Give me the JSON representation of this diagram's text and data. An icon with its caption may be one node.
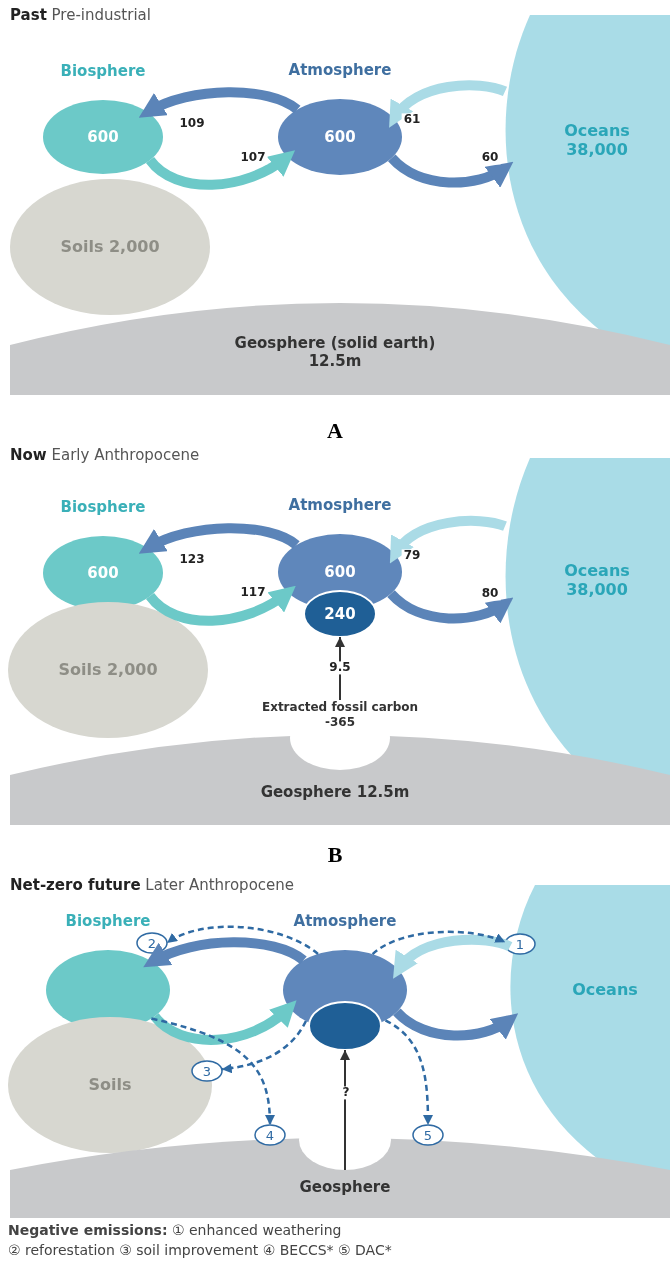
{
  "diagram": {
    "nodes": [
      {
        "text": [
          "**Past** Pre-industrial"
        ]
      },
      {
        "text": [
          "Biosphere",
          "600"
        ],
        "in": 0
      },
      {
        "text": [
          "Atmosphere",
          "600"
        ],
        "in": 0
      },
      {
        "text": [
          "Oceans 38,000"
        ],
        "in": 0
      },
      {
        "text": [
          "Soils 2,000"
        ],
        "in": 0
      },
      {
        "text": [
          "Geosphere (solid earth) 12.5m"
        ],
        "in": 0
      },
      {
        "text": [
          "**Now** Early Anthropocene"
        ]
      },
      {
        "text": [
          "Biosphere",
          "600"
        ],
        "in": 6
      },
      {
        "text": [
          "Atmosphere",
          "600"
        ],
        "in": 6
      },
      {
        "text": [
          "240"
        ],
        "in": 6
      },
      {
        "text": [
          "Oceans 38,000"
        ],
        "in": 6
      },
      {
        "text": [
          "Soils 2,000"
        ],
        "in": 6
      },
      {
        "text": [
          "Extracted fossil carbon -365"
        ],
        "in": 6
      },
      {
        "text": [
          "Geosphere 12.5m"
        ],
        "in": 6
      },
      {
        "text": [
          "**Net-zero future** Later Anthropocene"
        ]
      },
      {
        "text": [
          "Biosphere"
        ],
        "in": 14
      },
      {
        "text": [
          "Atmosphere"
        ],
        "in": 14
      },
      {
        "text": [],
        "shape": "circle",
        "in": 14
      },
      {
        "text": [
          "Oceans"
        ],
        "in": 14
      },
      {
        "text": [
          "Soils"
        ],
        "in": 14
      },
      {
        "text": [
          "Geosphere"
        ],
        "in": 14
      },
      {
        "text": [
          "1"
        ],
        "in": 14
      },
      {
        "text": [
          "2"
        ],
        "in": 14
      },
      {
        "text": [
          "3"
        ],
        "in": 14
      },
      {
        "text": [
          "4"
        ],
        "in": 14
      },
      {
        "text": [
          "5"
        ],
        "in": 14
      }
    ],
    "edges": [
      {
        "from": 2,
        "to": 1,
        "arrow": "to",
        "label": "109",
        "color": "#5b84b8"
      },
      {
        "from": 1,
        "to": 2,
        "arrow": "to",
        "label": "107",
        "color": "#6cc9c8"
      },
      {
        "from": 3,
        "to": 2,
        "arrow": "to",
        "label": "61",
        "color": "#aadbe6"
      },
      {
        "from": 2,
        "to": 3,
        "arrow": "to",
        "label": "60",
        "color": "#5b84b8"
      },
      {
        "from": 8,
        "to": 7,
        "arrow": "to",
        "label": "123",
        "color": "#5b84b8"
      },
      {
        "from": 7,
        "to": 8,
        "arrow": "to",
        "label": "117",
        "color": "#6cc9c8"
      },
      {
        "from": 10,
        "to": 8,
        "arrow": "to",
        "label": "79",
        "color": "#aadbe6"
      },
      {
        "from": 8,
        "to": 10,
        "arrow": "to",
        "label": "80",
        "color": "#5b84b8"
      },
      {
        "from": 12,
        "to": 9,
        "arrow": "to",
        "label": "9.5",
        "color": "#333333"
      },
      {
        "from": 16,
        "to": 15,
        "arrow": "to",
        "color": "#5b84b8"
      },
      {
        "from": 15,
        "to": 16,
        "arrow": "to",
        "color": "#6cc9c8"
      },
      {
        "from": 18,
        "to": 16,
        "arrow": "to",
        "color": "#aadbe6"
      },
      {
        "from": 16,
        "to": 18,
        "arrow": "to",
        "color": "#5b84b8"
      },
      {
        "from": 20,
        "to": 17,
        "arrow": "to",
        "label": "?",
        "color": "#333333"
      },
      {
        "from": 16,
        "to": 21,
        "arrow": "to",
        "style": "dashed",
        "color": "#2f6aa3"
      },
      {
        "from": 16,
        "to": 22,
        "arrow": "to",
        "style": "dashed",
        "color": "#2f6aa3"
      },
      {
        "from": 16,
        "to": 23,
        "arrow": "to",
        "style": "dashed",
        "color": "#2f6aa3"
      },
      {
        "from": 15,
        "to": 24,
        "arrow": "to",
        "style": "dashed",
        "color": "#2f6aa3"
      },
      {
        "from": 16,
        "to": 25,
        "arrow": "to",
        "style": "dashed",
        "color": "#2f6aa3"
      }
    ],
    "labels": [
      "A",
      "B",
      "**Negative emissions:** ① enhanced weathering",
      "② reforestation ③ soil improvement ④ BECCS* ⑤ DAC*"
    ]
  }
}
